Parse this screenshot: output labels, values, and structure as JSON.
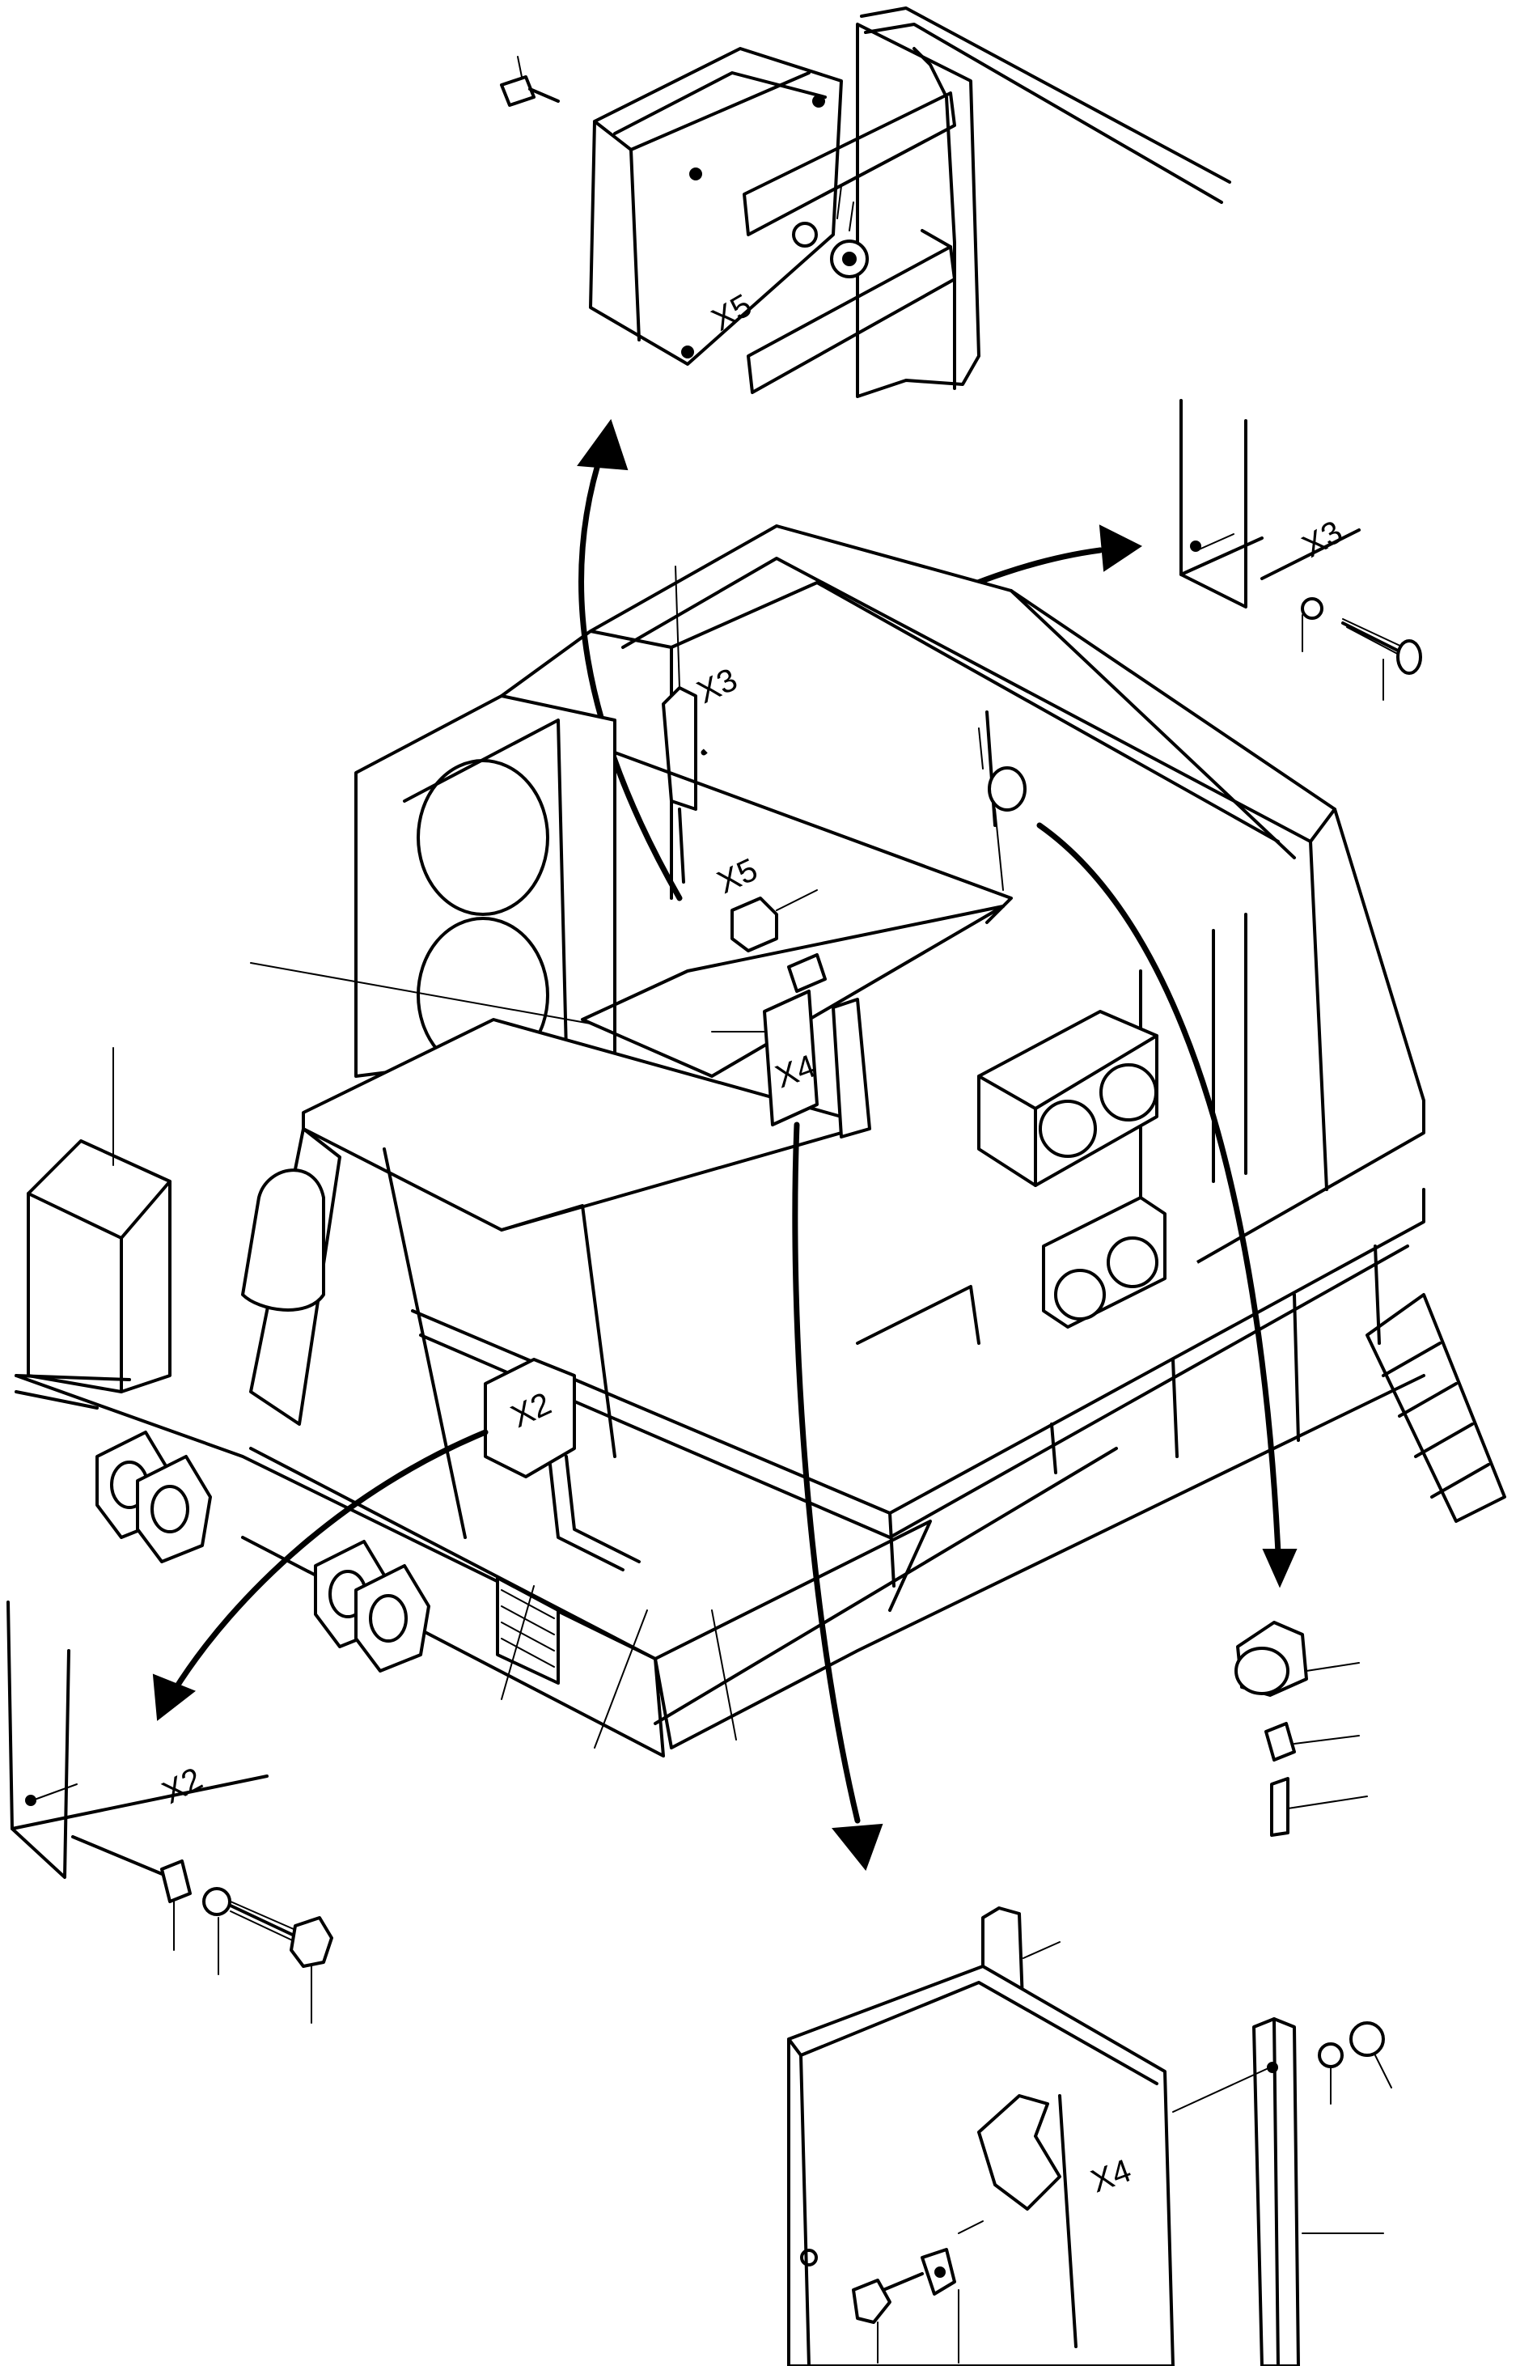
{
  "labels": {
    "x5_box": "X5",
    "x3_detail": "X3",
    "x3_machine": "X3",
    "x5_machine": "X5",
    "x4_machine": "X4",
    "x2_machine": "X2",
    "x2_detail": "X2",
    "x4_box": "X4"
  }
}
